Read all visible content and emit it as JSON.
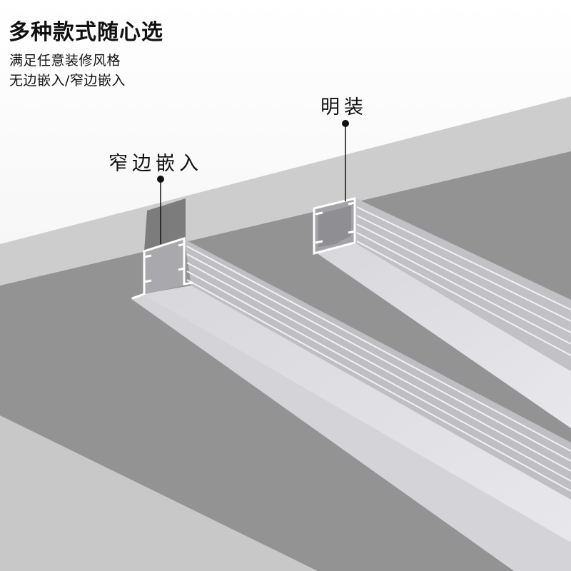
{
  "headline": "多种款式随心选",
  "sublines": [
    "满足任意装修风格",
    "无边嵌入/窄边嵌入"
  ],
  "callouts": {
    "surface_mount": "明装",
    "narrow_edge_recessed": "窄边嵌入"
  },
  "colors": {
    "background": "#f6f6f6",
    "ceiling_edge": "#cdcdcd",
    "ceiling_face": "#939393",
    "floor_light": "#c8c8c8",
    "profile_light": "#e4e4e8",
    "text": "#111111"
  }
}
